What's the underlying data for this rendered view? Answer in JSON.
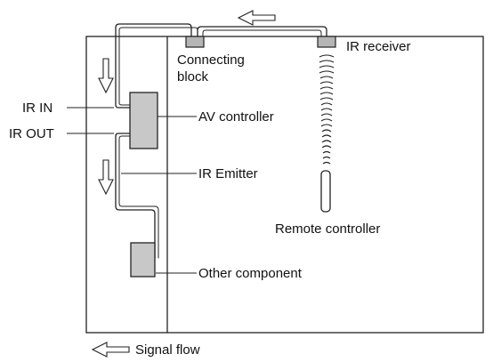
{
  "labels": {
    "connecting_block_line1": "Connecting",
    "connecting_block_line2": "block",
    "ir_receiver": "IR receiver",
    "ir_in": "IR IN",
    "ir_out": "IR OUT",
    "av_controller": "AV controller",
    "ir_emitter": "IR Emitter",
    "remote_controller": "Remote controller",
    "other_component": "Other component",
    "legend_signal_flow": "Signal flow"
  },
  "colors": {
    "line": "#222222",
    "component_fill": "#c8c8c8",
    "block_fill": "#b5b5b5",
    "background": "#ffffff"
  },
  "icons": {
    "signal_flow_arrow": "open-hollow-arrow"
  }
}
